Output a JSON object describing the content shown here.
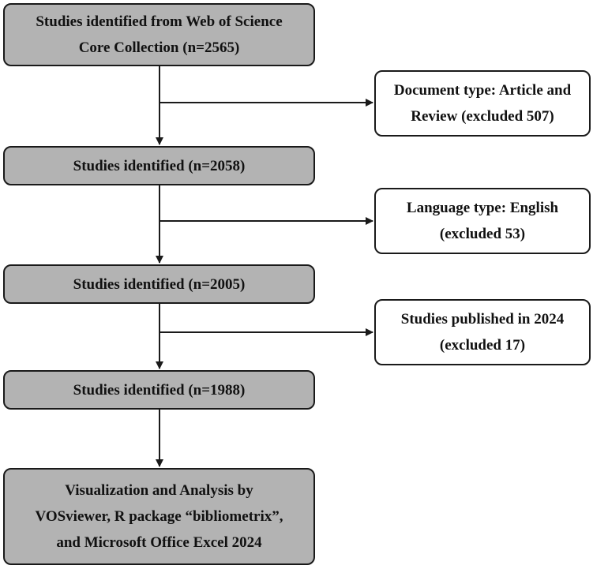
{
  "main_steps": [
    {
      "lines": [
        "Studies identified from Web of Science",
        "Core Collection (n=2565)"
      ]
    },
    {
      "lines": [
        "Studies identified (n=2058)"
      ]
    },
    {
      "lines": [
        "Studies identified (n=2005)"
      ]
    },
    {
      "lines": [
        "Studies identified (n=1988)"
      ]
    },
    {
      "lines": [
        "Visualization and Analysis by",
        "VOSviewer, R package “bibliometrix”,",
        "and Microsoft Office Excel 2024"
      ]
    }
  ],
  "exclusions": [
    {
      "lines": [
        "Document type: Article and",
        "Review (excluded 507)"
      ]
    },
    {
      "lines": [
        "Language type: English",
        "(excluded 53)"
      ]
    },
    {
      "lines": [
        "Studies published in 2024",
        "(excluded 17)"
      ]
    }
  ],
  "colors": {
    "main_fill": "#b3b3b3",
    "exclusion_fill": "#ffffff",
    "border": "#1a1a1a"
  }
}
